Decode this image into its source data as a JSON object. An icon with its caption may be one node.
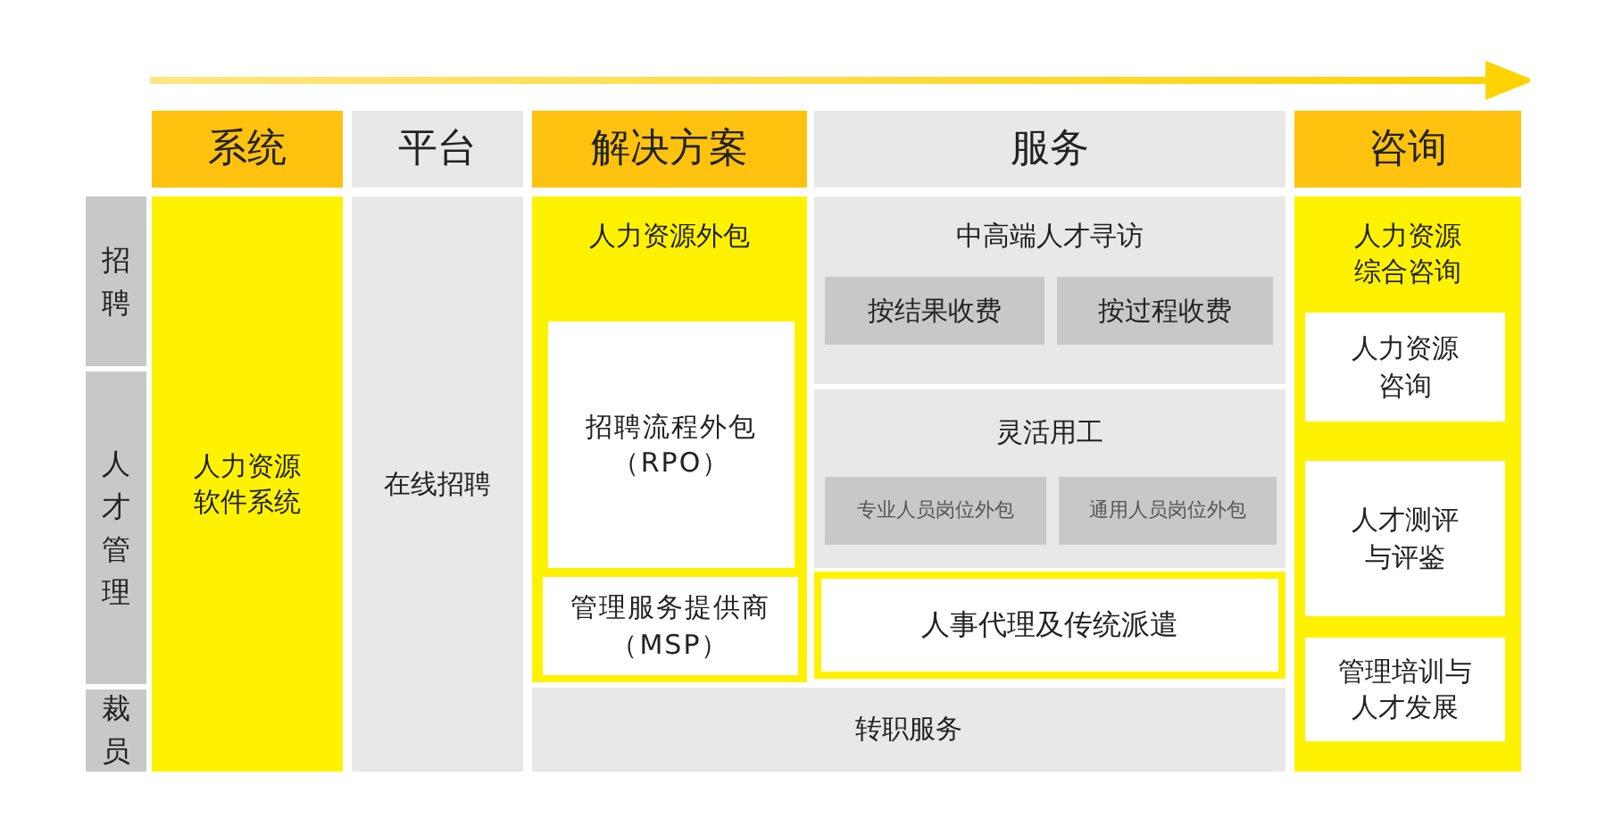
{
  "diagram": {
    "nodes": [
      {
        "text": [
          "系统"
        ]
      },
      {
        "text": [
          "平台"
        ]
      },
      {
        "text": [
          "解决方案"
        ]
      },
      {
        "text": [
          "服务"
        ]
      },
      {
        "text": [
          "咨询"
        ]
      },
      {
        "text": [
          "招聘"
        ]
      },
      {
        "text": [
          "人才管理"
        ]
      },
      {
        "text": [
          "裁员"
        ]
      },
      {
        "text": [
          "人力资源软件系统"
        ]
      },
      {
        "text": [
          "在线招聘"
        ]
      },
      {
        "text": [
          "人力资源外包"
        ]
      },
      {
        "text": [
          "招聘流程外包（RPO）"
        ],
        "in": 10
      },
      {
        "text": [
          "管理服务提供商（MSP）"
        ],
        "in": 10
      },
      {
        "text": [
          "中高端人才寻访"
        ]
      },
      {
        "text": [
          "按结果收费"
        ],
        "in": 13
      },
      {
        "text": [
          "按过程收费"
        ],
        "in": 13
      },
      {
        "text": [
          "灵活用工"
        ]
      },
      {
        "text": [
          "专业人员岗位外包"
        ],
        "in": 16
      },
      {
        "text": [
          "通用人员岗位外包"
        ],
        "in": 16
      },
      {
        "text": [
          "人事代理及传统派遣"
        ]
      },
      {
        "text": [
          "转职服务"
        ]
      },
      {
        "text": [
          "人力资源综合咨询"
        ]
      },
      {
        "text": [
          "人力资源咨询"
        ],
        "in": 21
      },
      {
        "text": [
          "人才测评与评鉴"
        ],
        "in": 21
      },
      {
        "text": [
          "管理培训与人才发展"
        ],
        "in": 21
      }
    ],
    "edges": []
  }
}
